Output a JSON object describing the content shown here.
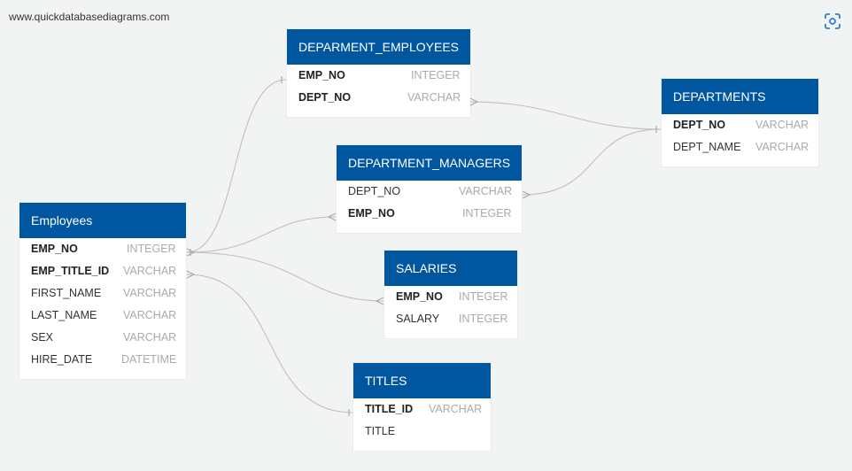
{
  "credit": "www.quickdatabasediagrams.com",
  "icons": {
    "focus": "focus-scan-icon"
  },
  "colors": {
    "header": "#0057a0",
    "background": "#f2f4f3",
    "line": "#c4c4c4"
  },
  "tables": {
    "employees": {
      "title": "Employees",
      "columns": [
        {
          "name": "EMP_NO",
          "type": "INTEGER",
          "key": true
        },
        {
          "name": "EMP_TITLE_ID",
          "type": "VARCHAR",
          "key": true
        },
        {
          "name": "FIRST_NAME",
          "type": "VARCHAR",
          "key": false
        },
        {
          "name": "LAST_NAME",
          "type": "VARCHAR",
          "key": false
        },
        {
          "name": "SEX",
          "type": "VARCHAR",
          "key": false
        },
        {
          "name": "HIRE_DATE",
          "type": "DATETIME",
          "key": false
        }
      ]
    },
    "dept_emp": {
      "title": "DEPARMENT_EMPLOYEES",
      "columns": [
        {
          "name": "EMP_NO",
          "type": "INTEGER",
          "key": true
        },
        {
          "name": "DEPT_NO",
          "type": "VARCHAR",
          "key": true
        }
      ]
    },
    "departments": {
      "title": "DEPARTMENTS",
      "columns": [
        {
          "name": "DEPT_NO",
          "type": "VARCHAR",
          "key": true
        },
        {
          "name": "DEPT_NAME",
          "type": "VARCHAR",
          "key": false
        }
      ]
    },
    "dept_manager": {
      "title": "DEPARTMENT_MANAGERS",
      "columns": [
        {
          "name": "DEPT_NO",
          "type": "VARCHAR",
          "key": false
        },
        {
          "name": "EMP_NO",
          "type": "INTEGER",
          "key": true
        }
      ]
    },
    "salaries": {
      "title": "SALARIES",
      "columns": [
        {
          "name": "EMP_NO",
          "type": "INTEGER",
          "key": true
        },
        {
          "name": "SALARY",
          "type": "INTEGER",
          "key": false
        }
      ]
    },
    "titles": {
      "title": "TITLES",
      "columns": [
        {
          "name": "TITLE_ID",
          "type": "VARCHAR",
          "key": true
        },
        {
          "name": "TITLE",
          "type": "",
          "key": false
        }
      ]
    }
  }
}
